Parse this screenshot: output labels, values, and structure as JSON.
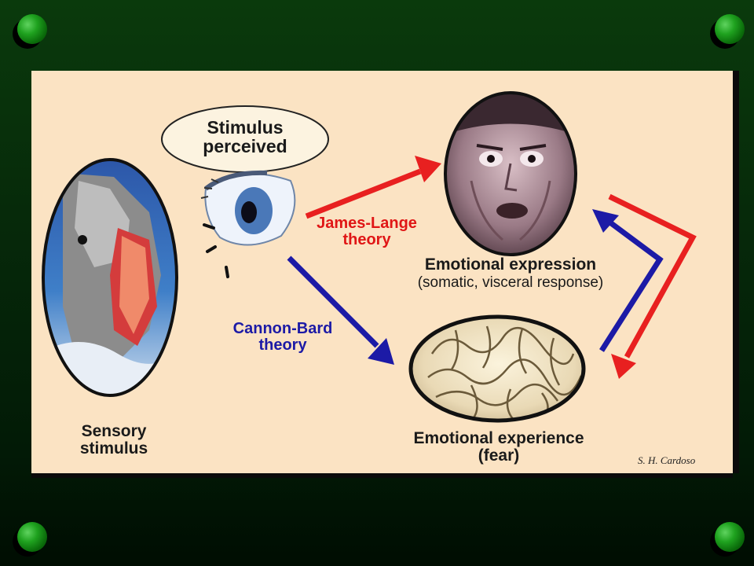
{
  "slide": {
    "background_color": "#063008",
    "panel_color": "#fbe3c3"
  },
  "diagram": {
    "stimulus_bubble": {
      "line1": "Stimulus",
      "line2": "perceived"
    },
    "sensory_stimulus": {
      "line1": "Sensory",
      "line2": "stimulus"
    },
    "james_lange": {
      "line1": "James-Lange",
      "line2": "theory",
      "color": "#e01616"
    },
    "cannon_bard": {
      "line1": "Cannon-Bard",
      "line2": "theory",
      "color": "#1c1aa6"
    },
    "emotional_expression": {
      "title": "Emotional expression",
      "subtitle": "(somatic, visceral response)"
    },
    "emotional_experience": {
      "line1": "Emotional experience",
      "line2": "(fear)"
    },
    "signature": "S. H. Cardoso"
  }
}
